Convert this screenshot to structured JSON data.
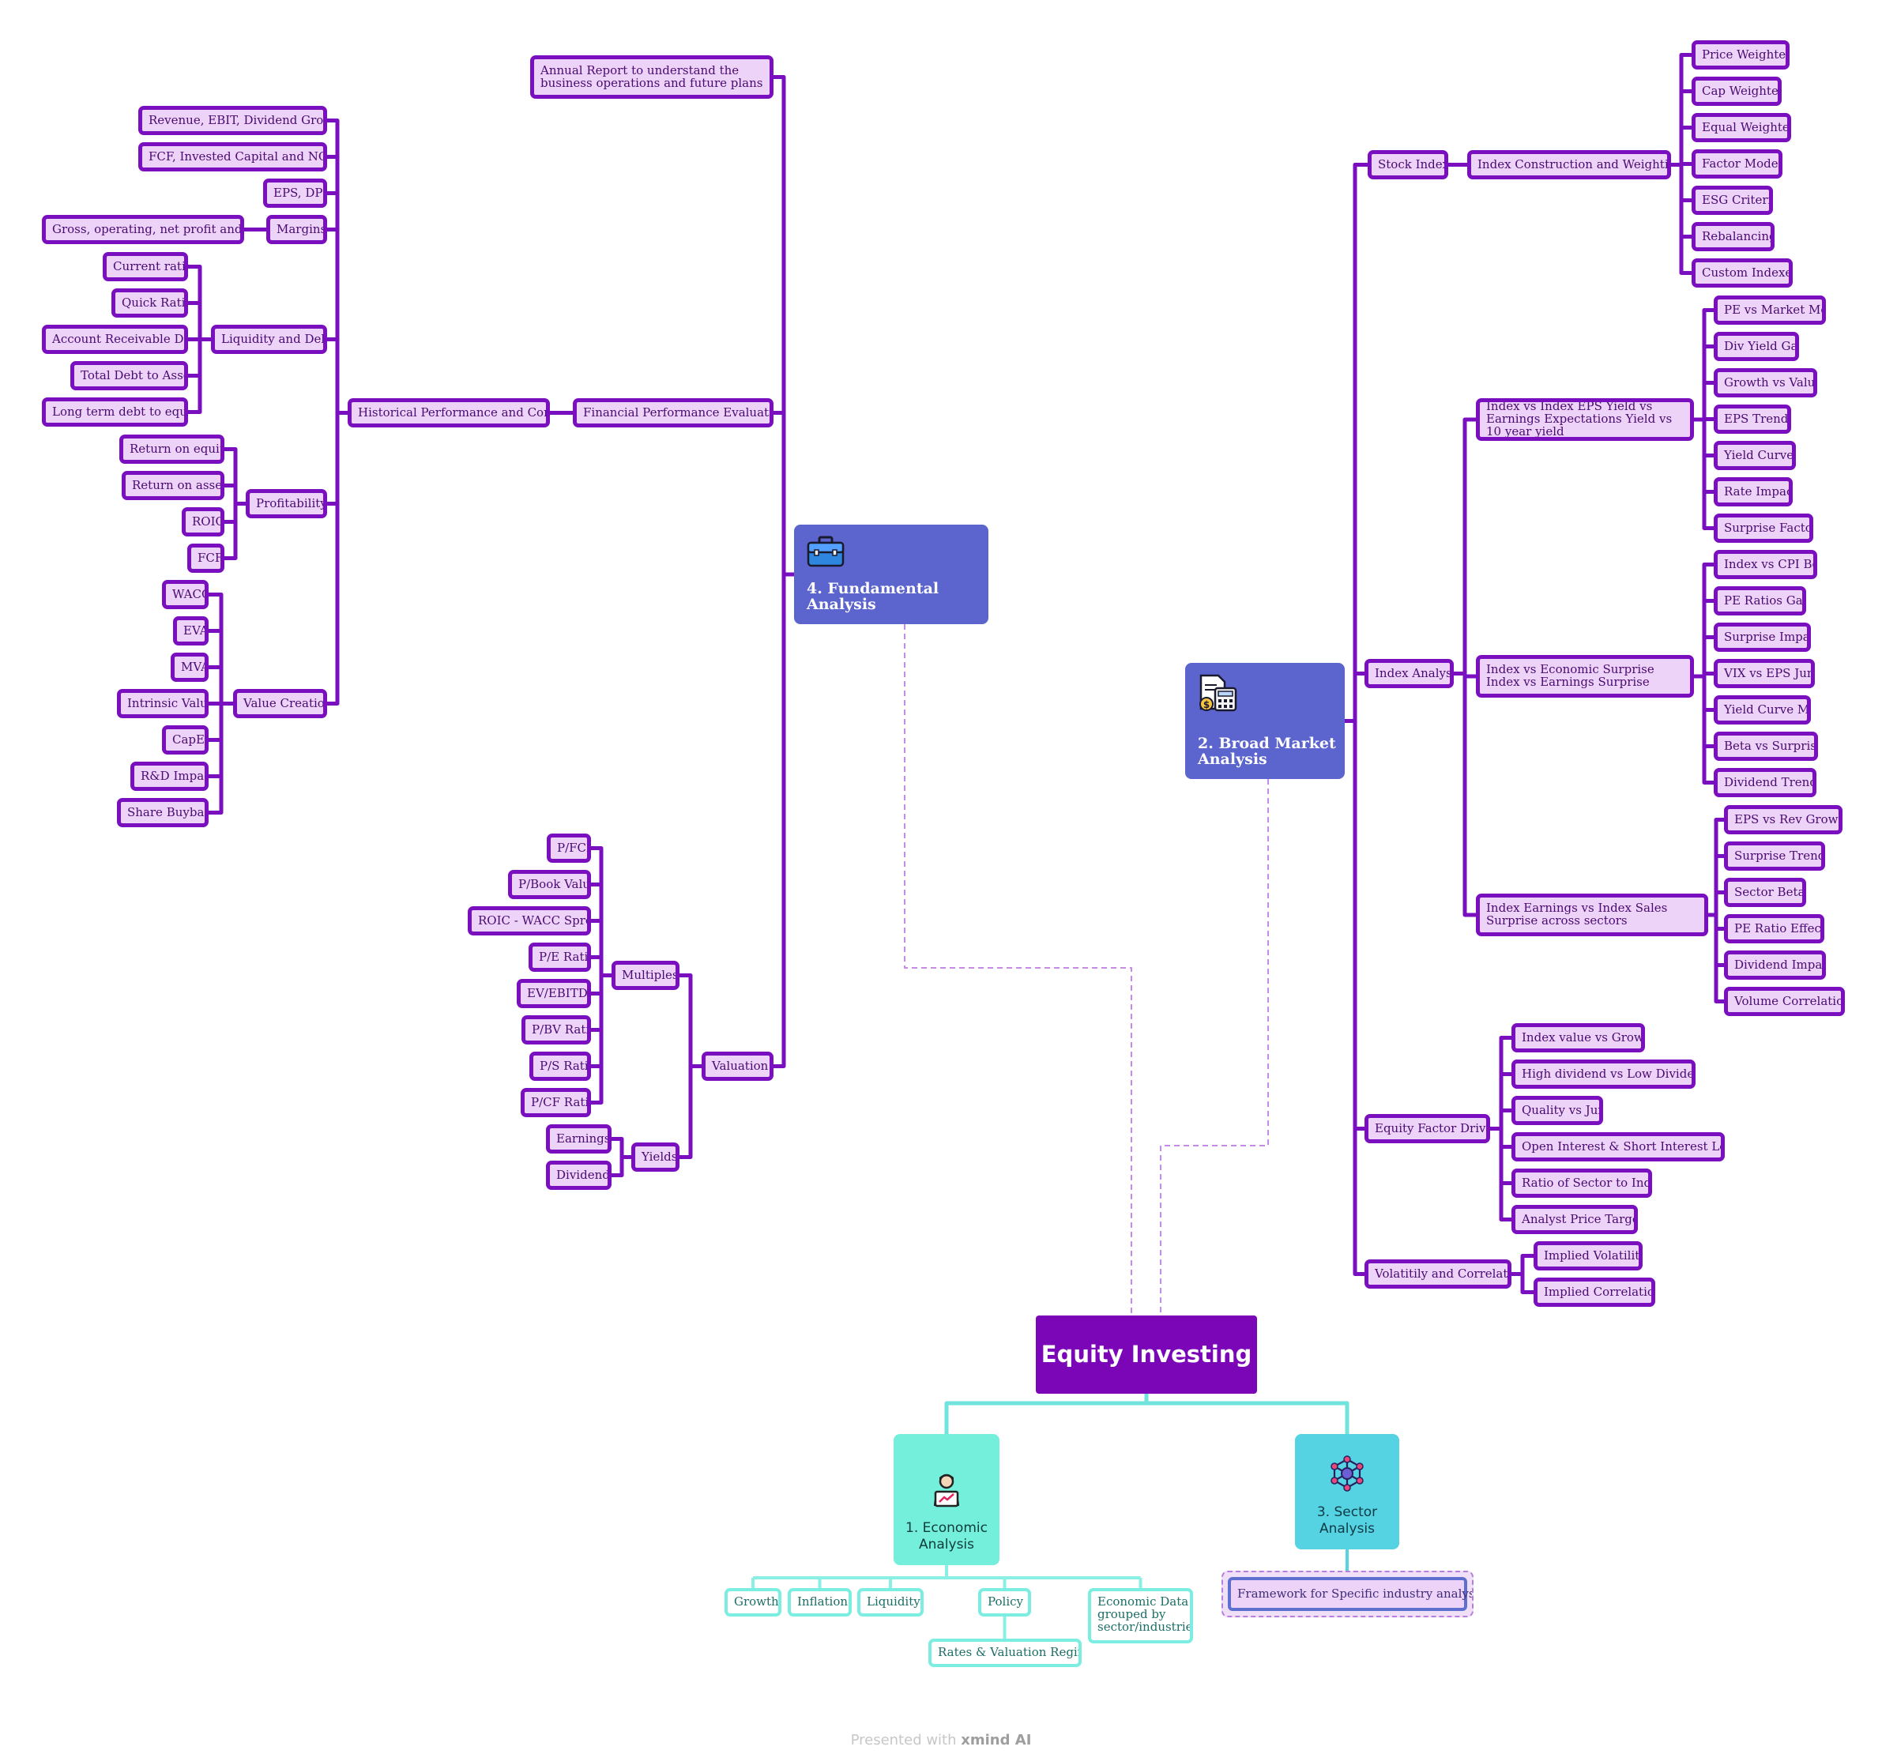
{
  "mindmap": {
    "root": "Equity Investing",
    "economic": {
      "title": "1. Economic Analysis",
      "icon": "analyst-chart-icon",
      "children": [
        "Growth",
        "Inflation",
        "Liquidity",
        "Policy",
        "Economic Data grouped by sector/industries"
      ],
      "policy_child": "Rates & Valuation Regime"
    },
    "sector": {
      "title": "3. Sector Analysis",
      "icon": "network-hub-icon",
      "child": "Framework for Specific industry analysis"
    },
    "fundamental": {
      "title": "4. Fundamental Analysis",
      "icon": "briefcase-icon",
      "annual_report": "Annual Report to understand the business operations and future plans",
      "financial_performance": "Financial Performance Evaluation",
      "historical": "Historical Performance and Comps",
      "revenue": "Revenue, EBIT, Dividend Growth",
      "fcf_invested": "FCF, Invested Capital and NOPAT",
      "eps_dps": "EPS, DPS",
      "margins": "Margins",
      "margins_child": "Gross, operating, net profit and FCF",
      "liquidity_debt": "Liquidity and Debt",
      "liquidity_items": [
        "Current ratio",
        "Quick Ratio",
        "Account Receivable Days",
        "Total Debt to Assets",
        "Long term debt to equity"
      ],
      "profitability": "Profitability",
      "profitability_items": [
        "Return on equity",
        "Return on assets",
        "ROIC",
        "FCF"
      ],
      "value_creation": "Value Creation",
      "value_items": [
        "WACC",
        "EVA",
        "MVA",
        "Intrinsic Value",
        "CapEx",
        "R&D Impact",
        "Share Buyback"
      ],
      "valuation": "Valuation",
      "multiples": "Multiples",
      "multiples_items": [
        "P/FCF",
        "P/Book Value",
        "ROIC - WACC Spread",
        "P/E Ratio",
        "EV/EBITDA",
        "P/BV Ratio",
        "P/S Ratio",
        "P/CF Ratio"
      ],
      "yields": "Yields",
      "yields_items": [
        "Earnings",
        "Dividend"
      ]
    },
    "broad": {
      "title": "2. Broad Market Analysis",
      "icon": "calculator-document-icon",
      "stock_index": "Stock Index",
      "index_construction": "Index Construction and Weightings",
      "construction_items": [
        "Price Weighted",
        "Cap Weighted",
        "Equal Weighted",
        "Factor Models",
        "ESG Criteria",
        "Rebalancing",
        "Custom Indexes"
      ],
      "index_analysis": "Index Analysis",
      "eps_yield": "Index vs Index EPS Yield vs Earnings Expectations Yield vs 10 year yield",
      "eps_yield_items": [
        "PE vs Market Mood",
        "Div Yield Gap",
        "Growth vs Value",
        "EPS Trends",
        "Yield Curves",
        "Rate Impact",
        "Surprise Factors"
      ],
      "econ_surprise": "Index vs Economic Surprise Index vs Earnings Surprise",
      "econ_surprise_items": [
        "Index vs CPI Beat",
        "PE Ratios Gap",
        "Surprise Impact",
        "VIX vs EPS Jump",
        "Yield Curve Mix",
        "Beta vs Surprises",
        "Dividend Trends"
      ],
      "earnings_sales": "Index Earnings vs Index Sales Surprise across sectors",
      "earnings_sales_items": [
        "EPS vs Rev Growth",
        "Surprise Trends",
        "Sector Betas",
        "PE Ratio Effects",
        "Dividend Impact",
        "Volume Correlation"
      ],
      "factor_drivers": "Equity Factor Drivers",
      "factor_items": [
        "Index value vs Growth",
        "High dividend vs Low Dividend",
        "Quality vs Junk",
        "Open Interest & Short Interest Levels",
        "Ratio of Sector to Index",
        "Analyst Price Targets"
      ],
      "volatility": "Volatitily and Correlation",
      "volatility_items": [
        "Implied Volatility",
        "Implied Correlation"
      ]
    },
    "footer": {
      "prefix": "Presented with",
      "brand": "xmind AI"
    },
    "colors": {
      "purple_line": "#7a0fc0",
      "leaf_fill": "#ecd3f7",
      "main_topic": "#5c64cd",
      "root": "#7a06b8",
      "cyan": "#73efdc",
      "teal": "#55d3e3"
    }
  }
}
